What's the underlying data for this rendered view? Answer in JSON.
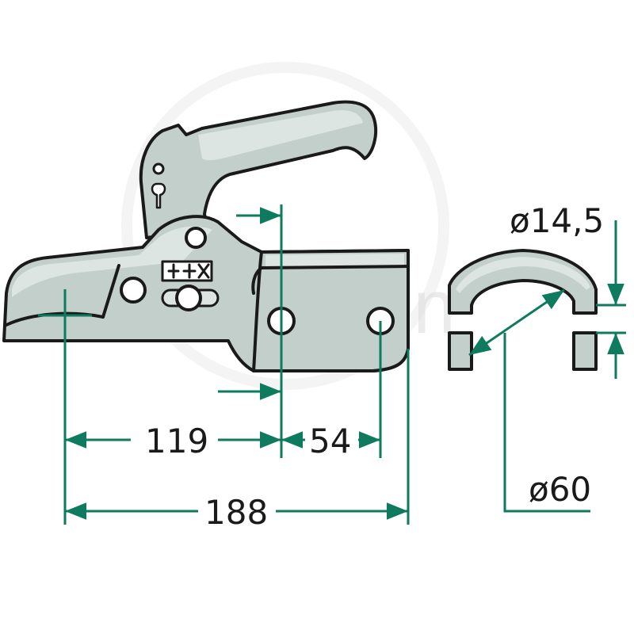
{
  "dimensions": {
    "hole_diameter": "ø14,5",
    "bracket_diameter": "ø60",
    "front_to_hole": "119",
    "hole_spacing": "54",
    "overall_length": "188"
  },
  "watermark": "Zychon",
  "colors": {
    "body": "#c3cfcb",
    "body_light": "#dde5e2",
    "outline": "#1a1a1a",
    "dimension": "#0e7a5e"
  }
}
